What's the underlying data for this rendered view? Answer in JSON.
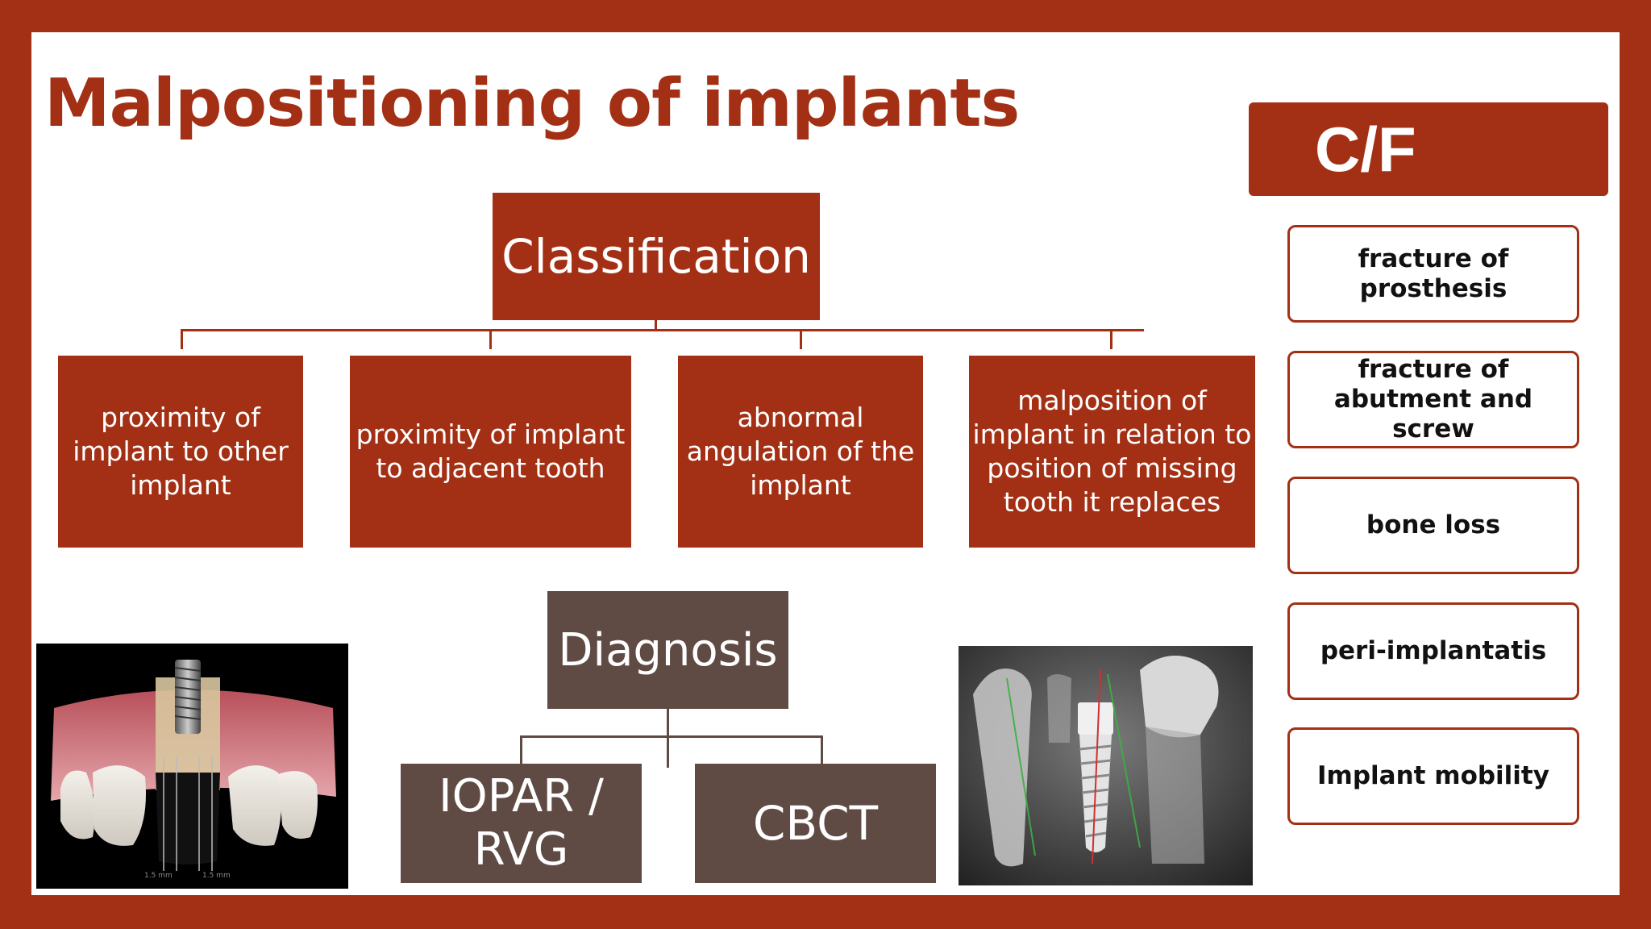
{
  "slide": {
    "title": "Malpositioning of implants"
  },
  "classification": {
    "heading": "Classification",
    "items": [
      "proximity of implant to other implant",
      "proximity of implant to adjacent tooth",
      "abnormal angulation of the implant",
      "malposition  of implant in relation to position of missing tooth it replaces"
    ]
  },
  "diagnosis": {
    "heading": "Diagnosis",
    "methods": [
      "IOPAR / RVG",
      "CBCT"
    ]
  },
  "cf": {
    "heading": "C/F",
    "items": [
      "fracture of prosthesis",
      "fracture of abutment and screw",
      "bone loss",
      "peri-implantatis",
      "Implant mobility"
    ]
  },
  "images": {
    "implant_diagram_scale_left": "1.5 mm",
    "implant_diagram_scale_right": "1.5 mm"
  },
  "colors": {
    "frame": "#a33015",
    "accent_red": "#a33015",
    "diagnosis_brown": "#5f4b44",
    "background": "#ffffff"
  }
}
